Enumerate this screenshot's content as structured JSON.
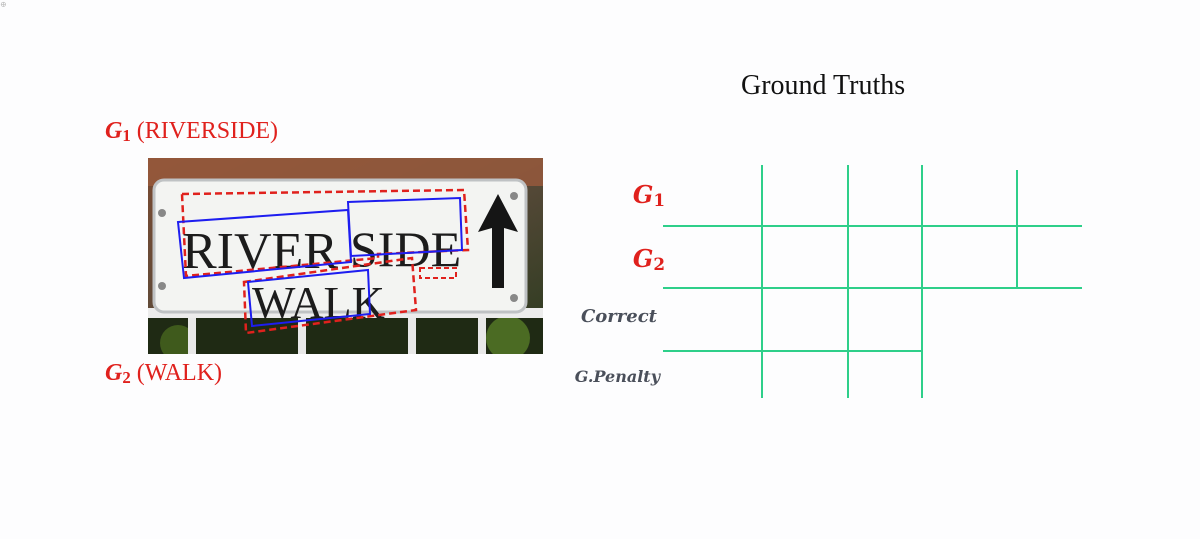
{
  "corner_mark": "⊕",
  "photo": {
    "g1_label": {
      "symbol": "G",
      "subscript": "1",
      "word": "(RIVERSIDE)"
    },
    "g2_label": {
      "symbol": "G",
      "subscript": "2",
      "word": "(WALK)"
    },
    "sign_line1_part1": "RIVER",
    "sign_line1_part2": "SIDE",
    "sign_line2": "WALK"
  },
  "table": {
    "title": "Ground Truths",
    "rows": [
      {
        "symbol": "G",
        "subscript": "1"
      },
      {
        "symbol": "G",
        "subscript": "2"
      },
      {
        "text": "Correct"
      },
      {
        "text": "G.Penalty"
      }
    ]
  },
  "colors": {
    "label_red": "#e0211d",
    "grid_green": "#2ecf8a",
    "box_blue": "#1d1df0",
    "box_red_dashed": "#e0211d"
  }
}
